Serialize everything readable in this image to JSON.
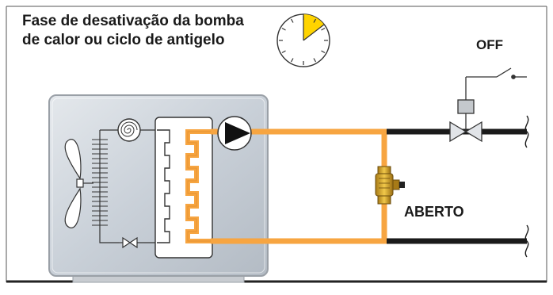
{
  "title": {
    "line1": "Fase de desativação da bomba",
    "line2": "de calor ou ciclo de antigelo"
  },
  "labels": {
    "switch_state": "OFF",
    "valve_state": "ABERTO"
  },
  "colors": {
    "hot_pipe": "#f7a541",
    "cold_pipe": "#1a1a1a",
    "unit_body": "#c9d0d8",
    "unit_border": "#9aa0a7",
    "clock_sector": "#ffd400",
    "frame": "#2a2a2a"
  },
  "icons": [
    "clock-icon",
    "fan-icon",
    "compressor-icon",
    "pump-icon",
    "expansion-valve-icon",
    "motorized-valve-icon",
    "bypass-valve-icon",
    "switch-icon"
  ]
}
